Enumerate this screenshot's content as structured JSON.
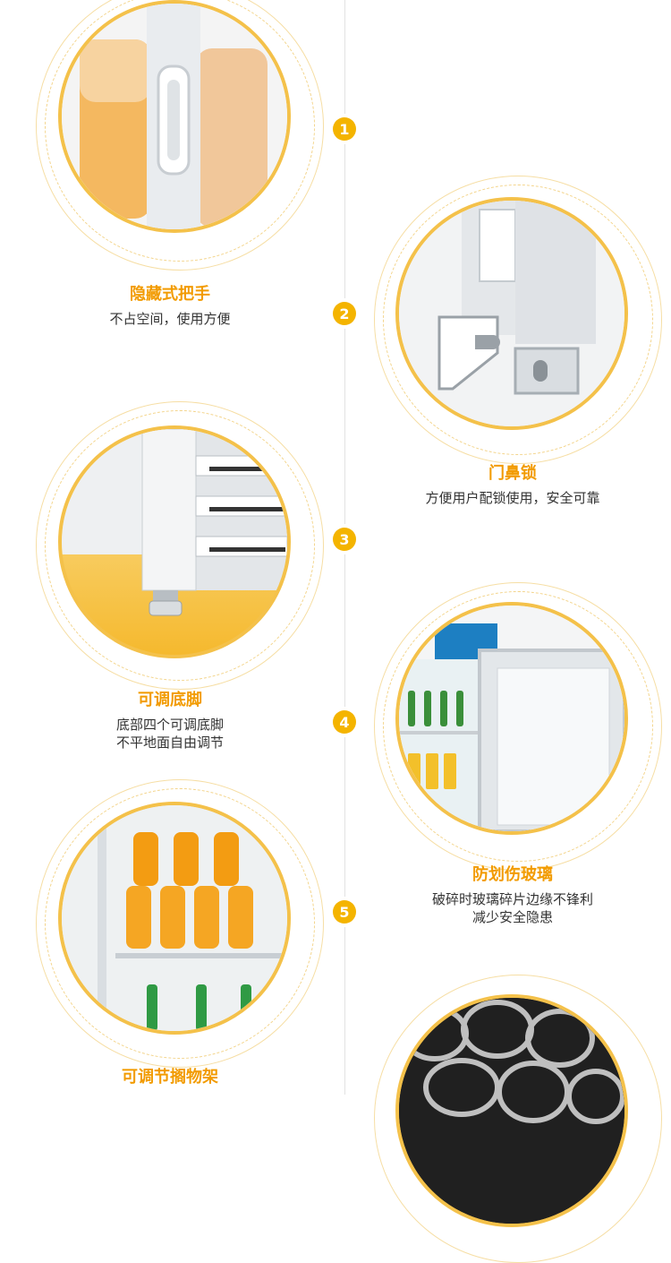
{
  "markers": [
    "1",
    "2",
    "3",
    "4",
    "5"
  ],
  "features": [
    {
      "title": "隐藏式把手",
      "desc": [
        "不占空间，使用方便"
      ]
    },
    {
      "title": "门鼻锁",
      "desc": [
        "方便用户配锁使用，安全可靠"
      ]
    },
    {
      "title": "可调底脚",
      "desc": [
        "底部四个可调底脚",
        "不平地面自由调节"
      ]
    },
    {
      "title": "防划伤玻璃",
      "desc": [
        "破碎时玻璃碎片边缘不锋利",
        "减少安全隐患"
      ]
    },
    {
      "title": "可调节搁物架",
      "desc": []
    }
  ],
  "colors": {
    "accent": "#f4b400",
    "title": "#f29b00"
  }
}
